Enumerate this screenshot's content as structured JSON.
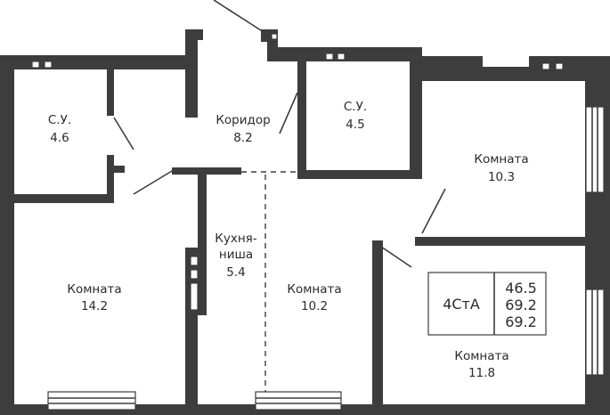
{
  "rooms": [
    {
      "name": "С.У.",
      "area": "4.6"
    },
    {
      "name": "Коридор",
      "area": "8.2"
    },
    {
      "name": "С.У.",
      "area": "4.5"
    },
    {
      "name": "Комната",
      "area": "10.3"
    },
    {
      "name": "Кухня-",
      "name2": "ниша",
      "area": "5.4"
    },
    {
      "name": "Комната",
      "area": "14.2"
    },
    {
      "name": "Комната",
      "area": "10.2"
    },
    {
      "name": "Комната",
      "area": "11.8"
    }
  ],
  "summary": {
    "type": "4СтА",
    "areas": [
      "46.5",
      "69.2",
      "69.2"
    ]
  },
  "colors": {
    "wall": "#3d3d3d",
    "text": "#2b2b2b",
    "background": "#ffffff"
  }
}
